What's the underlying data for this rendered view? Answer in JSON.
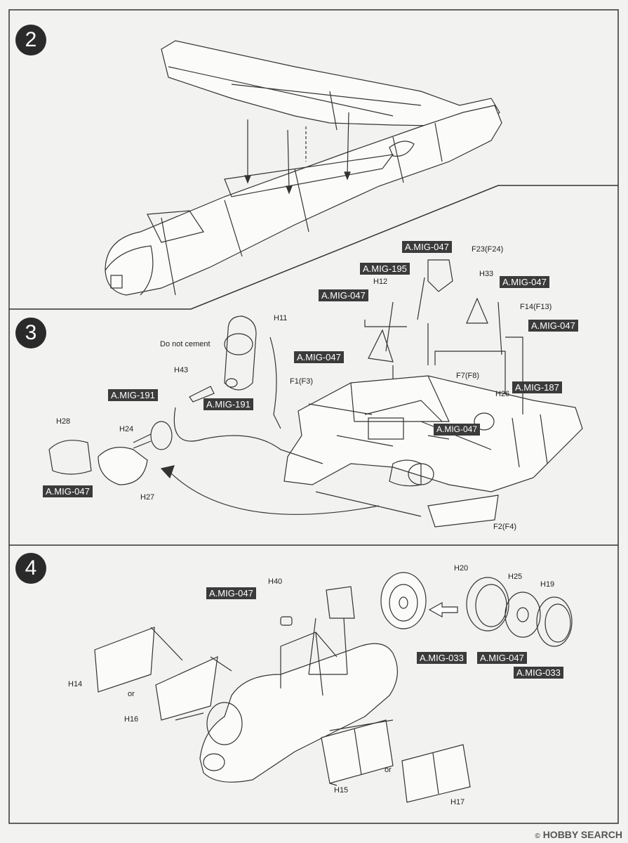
{
  "steps": [
    {
      "number": "2"
    },
    {
      "number": "3"
    },
    {
      "number": "4"
    }
  ],
  "step3": {
    "note": "Do not cement",
    "parts": [
      "H11",
      "H43",
      "H28",
      "H24",
      "H27",
      "F1(F3)",
      "H12",
      "F23(F24)",
      "H33",
      "F14(F13)",
      "F7(F8)",
      "H26",
      "F2(F4)"
    ],
    "tags": [
      "A.MIG-047",
      "A.MIG-195",
      "A.MIG-047",
      "A.MIG-047",
      "A.MIG-047",
      "A.MIG-047",
      "A.MIG-191",
      "A.MIG-191",
      "A.MIG-047",
      "A.MIG-187",
      "A.MIG-047"
    ]
  },
  "step4": {
    "or1": "or",
    "or2": "or",
    "parts": [
      "H40",
      "H20",
      "H25",
      "H19",
      "H14",
      "H16",
      "H15",
      "H17"
    ],
    "tags": [
      "A.MIG-047",
      "A.MIG-033",
      "A.MIG-047",
      "A.MIG-033"
    ]
  },
  "watermark": {
    "brand": "HOBBY SEARCH",
    "sym": "©"
  }
}
